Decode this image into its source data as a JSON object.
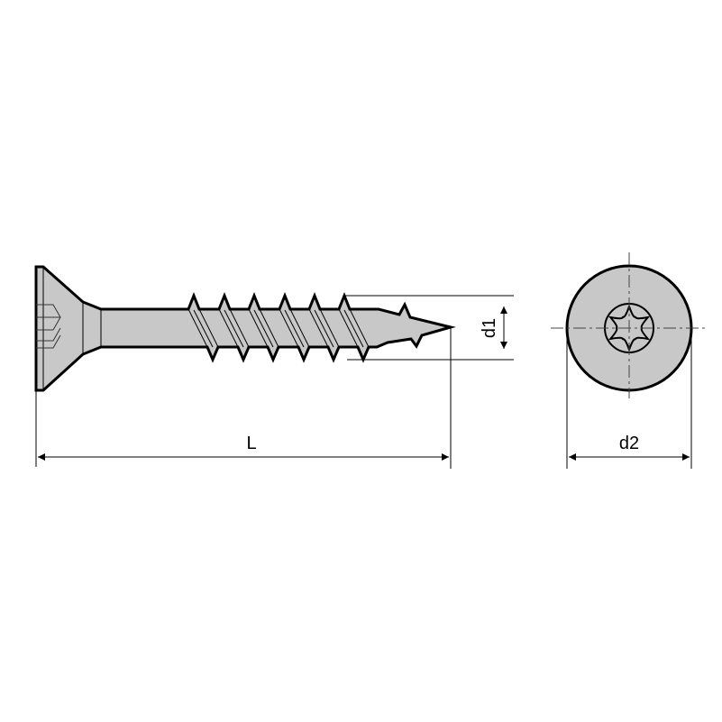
{
  "drawing": {
    "labels": {
      "length": "L",
      "thread_diameter": "d1",
      "head_diameter": "d2"
    },
    "colors": {
      "body_fill": "#c8c8c8",
      "outline": "#000000",
      "centerline": "#444444"
    },
    "drive_type": "torx-6-lobe",
    "head_type": "countersunk"
  }
}
